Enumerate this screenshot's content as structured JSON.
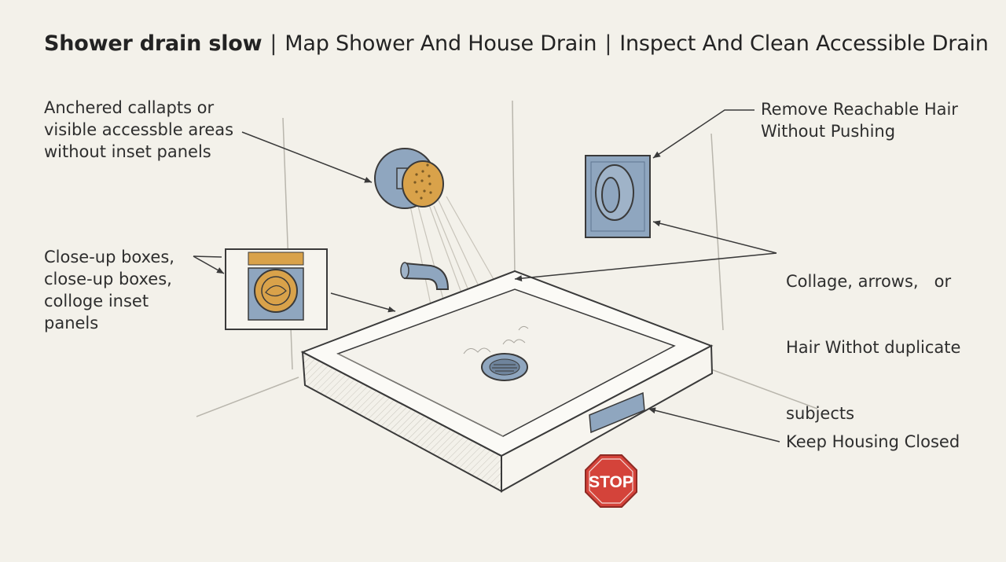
{
  "header": {
    "title": "Shower drain slow",
    "separator": "|",
    "step_1": "Map Shower And House Drain",
    "step_2": "Inspect And Clean Accessible Drain"
  },
  "callouts": {
    "top_left": {
      "lines": [
        "Anchered callapts or",
        "visible accessble areas",
        "without inset panels"
      ]
    },
    "mid_left": {
      "lines": [
        "Close-up boxes,",
        "close-up boxes,",
        "colloge inset",
        "panels"
      ]
    },
    "top_right": {
      "lines": [
        "Remove Reachable Hair",
        "Without Pushing"
      ]
    },
    "mid_right": {
      "lines": [
        "Collage, arrows,   or",
        "Hair Withot duplicate",
        "subjects"
      ]
    },
    "bottom_right": {
      "lines": [
        "Keep Housing Closed"
      ]
    }
  },
  "stop_sign": {
    "text": "STOP"
  },
  "colors": {
    "background": "#f3f1ea",
    "ink": "#3a3a3a",
    "blue_fixture": "#8fa6bf",
    "brass": "#d9a24a",
    "stop_red": "#d4433a"
  },
  "icons": {
    "shower_head": "shower-head-icon",
    "drain_cover": "drain-cover-icon",
    "wall_access_panel": "access-panel-icon",
    "tub_spout": "spout-icon",
    "stop_sign": "stop-sign-icon"
  }
}
